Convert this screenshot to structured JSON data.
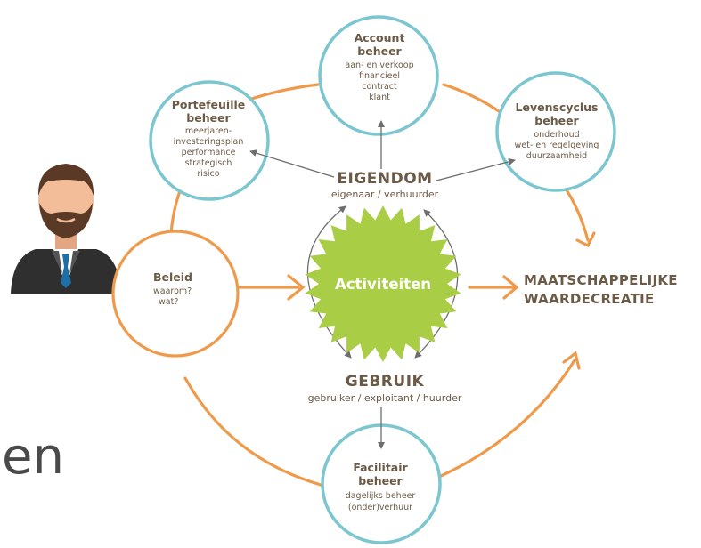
{
  "fragment_text": "en",
  "colors": {
    "orange": "#ef9a4a",
    "teal": "#7cc6cf",
    "brown": "#6b5a46",
    "burst": "#a9cd45",
    "arrow_gray": "#6e6e6e"
  },
  "figure": {
    "icon": "businessman-avatar-icon"
  },
  "beleid": {
    "title": "Beleid",
    "lines": [
      "waarom?",
      "wat?"
    ]
  },
  "portefeuille": {
    "title_lines": [
      "Portefeuille",
      "beheer"
    ],
    "lines": [
      "meerjaren-",
      "investeringsplan",
      "performance",
      "strategisch",
      "risico"
    ]
  },
  "account": {
    "title_lines": [
      "Account",
      "beheer"
    ],
    "lines": [
      "aan- en verkoop",
      "financieel",
      "contract",
      "klant"
    ]
  },
  "levenscyclus": {
    "title_lines": [
      "Levenscyclus",
      "beheer"
    ],
    "lines": [
      "onderhoud",
      "wet- en regelgeving",
      "duurzaamheid"
    ]
  },
  "facilitair": {
    "title_lines": [
      "Facilitair",
      "beheer"
    ],
    "lines": [
      "dagelijks beheer",
      "(onder)verhuur"
    ]
  },
  "eigendom": {
    "title": "EIGENDOM",
    "roles": "eigenaar / verhuurder"
  },
  "gebruik": {
    "title": "GEBRUIK",
    "roles": "gebruiker / exploitant / huurder"
  },
  "center": {
    "label": "Activiteiten"
  },
  "outcome": {
    "lines": [
      "MAATSCHAPPELIJKE",
      "WAARDECREATIE"
    ]
  }
}
